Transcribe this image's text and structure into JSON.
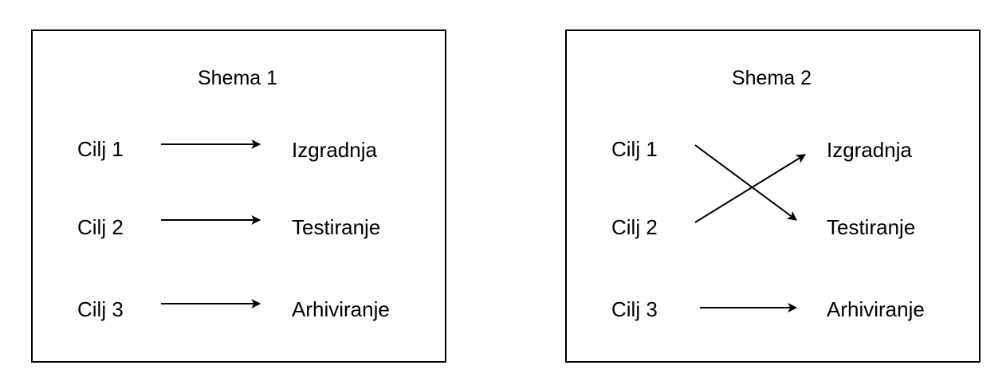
{
  "schemes": [
    {
      "title": "Shema 1",
      "goals": [
        "Cilj 1",
        "Cilj 2",
        "Cilj 3"
      ],
      "phases": [
        "Izgradnja",
        "Testiranje",
        "Arhiviranje"
      ],
      "links": [
        {
          "from": "Cilj 1",
          "to": "Izgradnja"
        },
        {
          "from": "Cilj 2",
          "to": "Testiranje"
        },
        {
          "from": "Cilj 3",
          "to": "Arhiviranje"
        }
      ]
    },
    {
      "title": "Shema 2",
      "goals": [
        "Cilj 1",
        "Cilj 2",
        "Cilj 3"
      ],
      "phases": [
        "Izgradnja",
        "Testiranje",
        "Arhiviranje"
      ],
      "links": [
        {
          "from": "Cilj 1",
          "to": "Testiranje"
        },
        {
          "from": "Cilj 2",
          "to": "Izgradnja"
        },
        {
          "from": "Cilj 3",
          "to": "Arhiviranje"
        }
      ]
    }
  ],
  "colors": {
    "stroke": "#000000",
    "background": "#ffffff"
  }
}
